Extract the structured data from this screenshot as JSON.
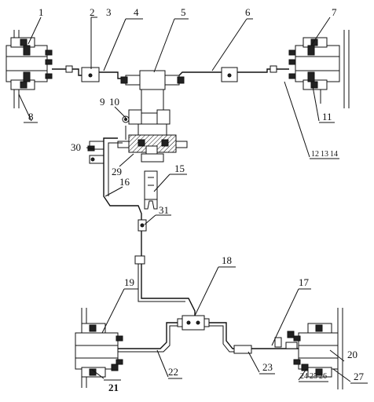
{
  "labels": {
    "l1": "1",
    "l2": "2",
    "l3": "3",
    "l4": "4",
    "l5": "5",
    "l6": "6",
    "l7": "7",
    "l8": "8",
    "l9": "9",
    "l10": "10",
    "l11": "11",
    "l12": "12",
    "l13": "13",
    "l14": "14",
    "l15": "15",
    "l16": "16",
    "l17": "17",
    "l18": "18",
    "l19": "19",
    "l20": "20",
    "l21": "21",
    "l22": "22",
    "l23": "23",
    "l24": "24",
    "l25": "25",
    "l26": "26",
    "l27": "27",
    "l29": "29",
    "l30": "30",
    "l31": "31"
  }
}
